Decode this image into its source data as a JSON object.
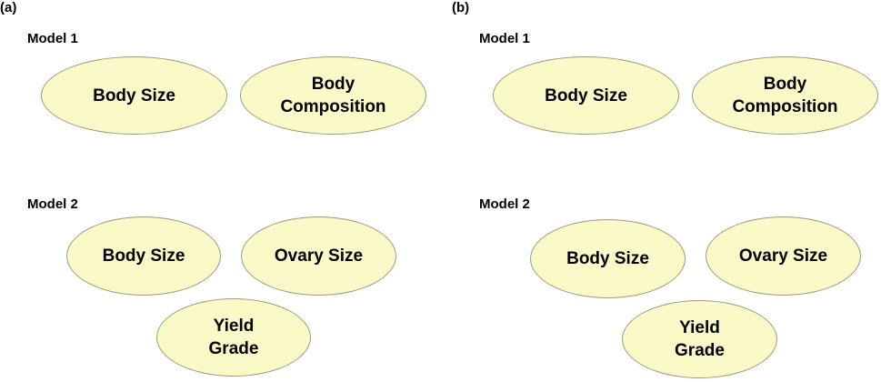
{
  "panels": [
    {
      "label": "(a)",
      "models": [
        {
          "label": "Model 1",
          "nodes": [
            "Body Size",
            "Body\nComposition"
          ]
        },
        {
          "label": "Model 2",
          "nodes": [
            "Body Size",
            "Ovary Size",
            "Yield\nGrade"
          ]
        }
      ]
    },
    {
      "label": "(b)",
      "models": [
        {
          "label": "Model 1",
          "nodes": [
            "Body Size",
            "Body\nComposition"
          ]
        },
        {
          "label": "Model 2",
          "nodes": [
            "Body Size",
            "Ovary Size",
            "Yield\nGrade"
          ]
        }
      ]
    }
  ],
  "colors": {
    "node_fill": "#fafac8",
    "node_border": "#9a9a7a"
  }
}
